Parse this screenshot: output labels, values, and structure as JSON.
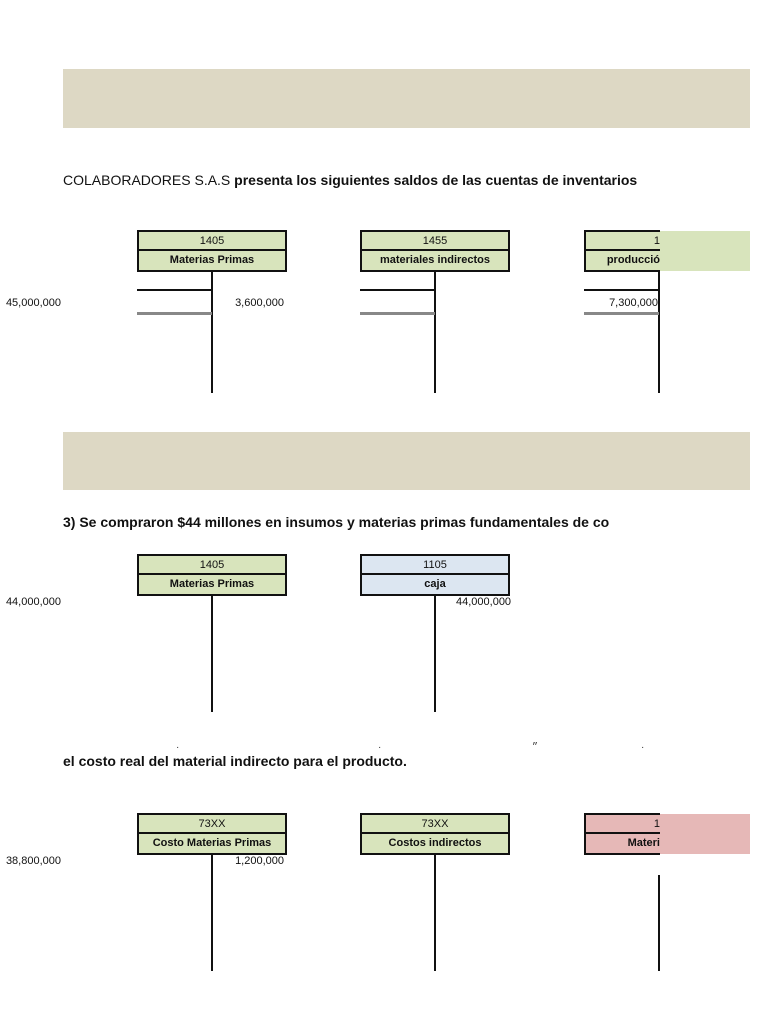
{
  "banners": [
    "",
    ""
  ],
  "intro": {
    "company": "COLABORADORES S.A.S",
    "text": " presenta los siguientes saldos de las cuentas de inventarios"
  },
  "section1": {
    "accounts": [
      {
        "code": "1405",
        "name": "Materias Primas",
        "debit": "45,000,000",
        "color": "#d8e4bc"
      },
      {
        "code": "1455",
        "name": "materiales indirectos",
        "debit": "3,600,000",
        "color": "#d8e4bc"
      },
      {
        "code": "1",
        "name": "producció",
        "debit": "7,300,000",
        "color": "#d8e4bc"
      }
    ]
  },
  "section3": {
    "heading": "3) Se compraron $44 millones en insumos y materias primas fundamentales de co",
    "accounts": [
      {
        "code": "1405",
        "name": "Materias Primas",
        "debit": "44,000,000",
        "credit": "",
        "color": "#d8e4bc"
      },
      {
        "code": "1105",
        "name": "caja",
        "debit": "",
        "credit": "44,000,000",
        "color": "#dce6f1"
      }
    ]
  },
  "section4": {
    "heading": "el costo real del material indirecto para el producto.",
    "accounts": [
      {
        "code": "73XX",
        "name": "Costo Materias Primas",
        "debit": "38,800,000",
        "color": "#d8e4bc"
      },
      {
        "code": "73XX",
        "name": "Costos indirectos",
        "debit": "1,200,000",
        "color": "#d8e4bc"
      },
      {
        "code": "1",
        "name": "Materi",
        "debit": "",
        "color": "#e6b8b7"
      }
    ]
  }
}
